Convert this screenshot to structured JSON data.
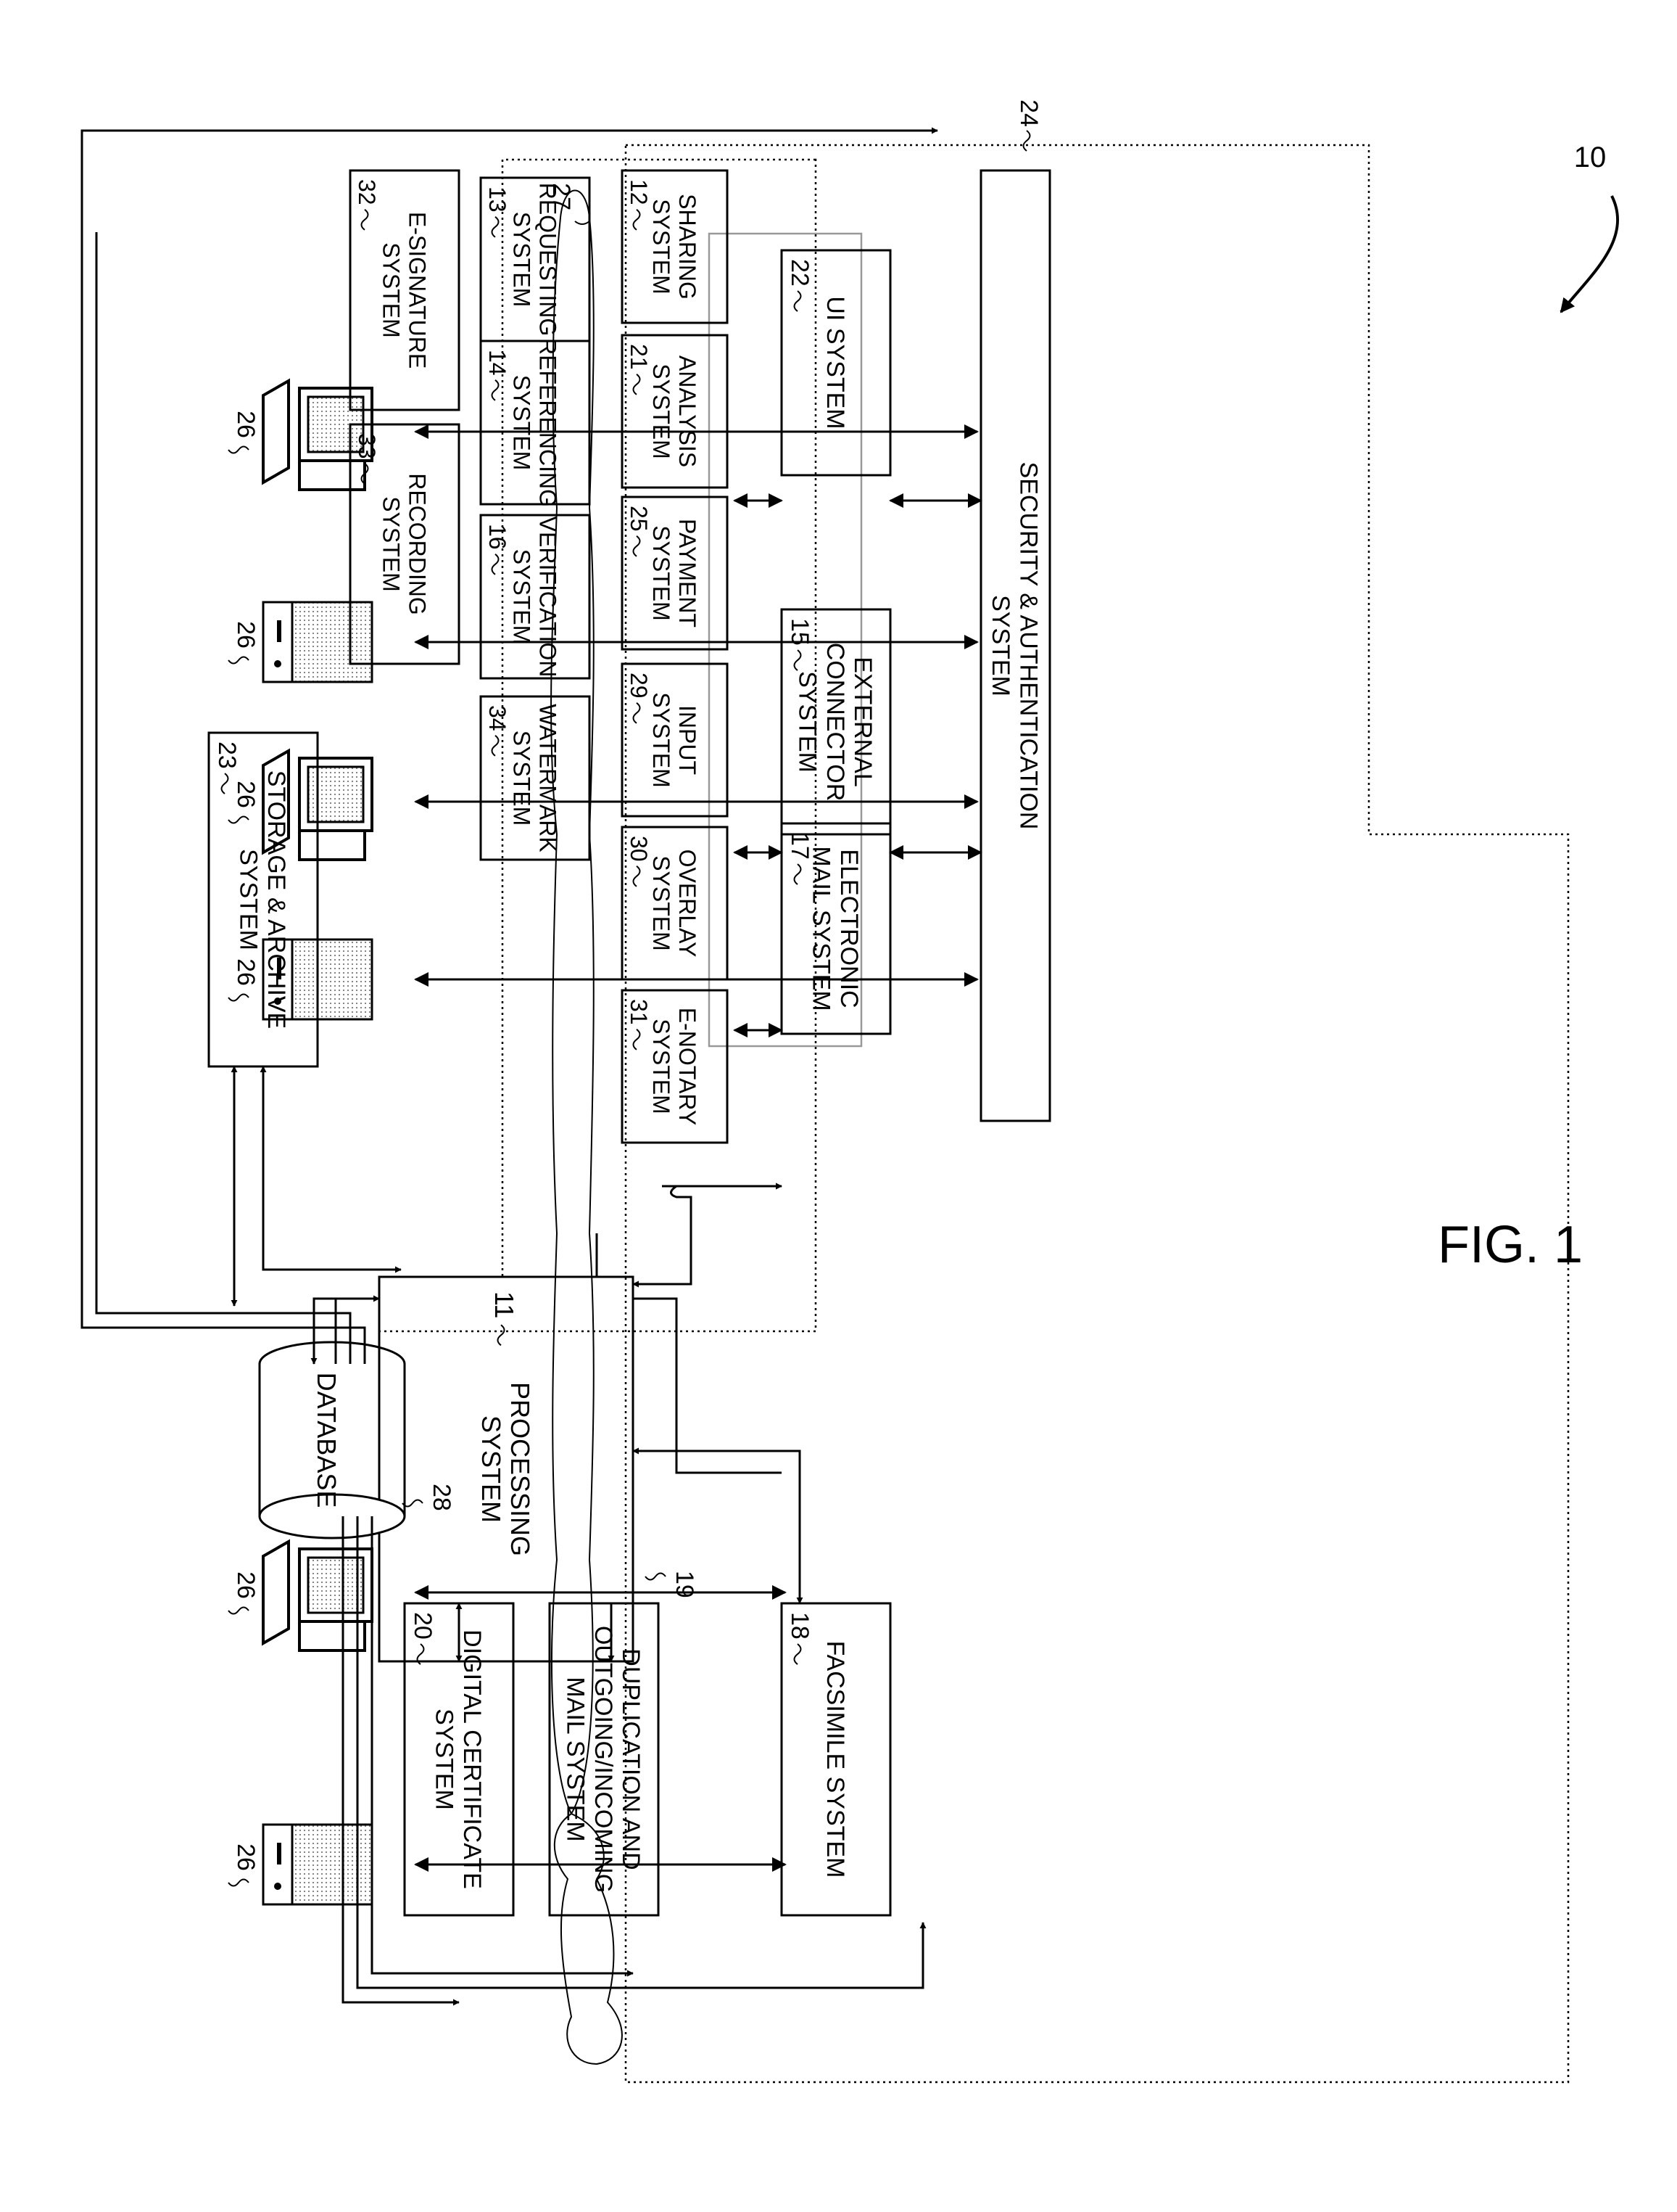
{
  "figure": {
    "label": "FIG. 1",
    "ref": "10"
  },
  "network": {
    "ref": "27",
    "device_ref": "26",
    "devices": [
      {
        "type": "computer-icon"
      },
      {
        "type": "server-icon"
      },
      {
        "type": "computer-icon"
      },
      {
        "type": "server-icon"
      },
      {
        "type": "computer-icon"
      },
      {
        "type": "server-icon"
      }
    ]
  },
  "security": {
    "lines": [
      "SECURITY & AUTHENTICATION",
      "SYSTEM"
    ],
    "ref": "24"
  },
  "ui_system": {
    "lines": [
      "UI SYSTEM"
    ],
    "ref": "22"
  },
  "external_connector": {
    "lines": [
      "EXTERNAL",
      "CONNECTOR",
      "SYSTEM"
    ],
    "ref": "15"
  },
  "email_system": {
    "lines": [
      "ELECTRONIC",
      "MAIL SYSTEM"
    ],
    "ref": "17"
  },
  "facsimile": {
    "lines": [
      "FACSIMILE SYSTEM"
    ],
    "ref": "18"
  },
  "duplication": {
    "lines": [
      "DUPLICATION AND",
      "OUTGOING/INCOMING",
      "MAIL SYSTEM"
    ],
    "ref": "19"
  },
  "digital_certificate": {
    "lines": [
      "DIGITAL CERTIFICATE",
      "SYSTEM"
    ],
    "ref": "20"
  },
  "processing": {
    "lines": [
      "PROCESSING",
      "SYSTEM"
    ],
    "ref": "11"
  },
  "database": {
    "label": "DATABASE",
    "ref": "28"
  },
  "storage": {
    "lines": [
      "STORAGE & ARCHIVE",
      "SYSTEM"
    ],
    "ref": "23"
  },
  "modules_row1": [
    {
      "lines": [
        "SHARING",
        "SYSTEM"
      ],
      "ref": "12"
    },
    {
      "lines": [
        "ANALYSIS",
        "SYSTEM"
      ],
      "ref": "21"
    },
    {
      "lines": [
        "PAYMENT",
        "SYSTEM"
      ],
      "ref": "25"
    },
    {
      "lines": [
        "INPUT",
        "SYSTEM"
      ],
      "ref": "29"
    },
    {
      "lines": [
        "OVERLAY",
        "SYSTEM"
      ],
      "ref": "30"
    },
    {
      "lines": [
        "E-NOTARY",
        "SYSTEM"
      ],
      "ref": "31"
    }
  ],
  "modules_row2": [
    {
      "lines": [
        "REQUESTING",
        "SYSTEM"
      ],
      "ref": "13"
    },
    {
      "lines": [
        "REFERENCING",
        "SYSTEM"
      ],
      "ref": "14"
    },
    {
      "lines": [
        "VERIFICATION",
        "SYSTEM"
      ],
      "ref": "16"
    },
    {
      "lines": [
        "WATERMARK",
        "SYSTEM"
      ],
      "ref": "34"
    }
  ],
  "modules_row3": [
    {
      "lines": [
        "E-SIGNATURE",
        "SYSTEM"
      ],
      "ref": "32"
    },
    {
      "lines": [
        "RECORDING",
        "SYSTEM"
      ],
      "ref": "33"
    }
  ]
}
